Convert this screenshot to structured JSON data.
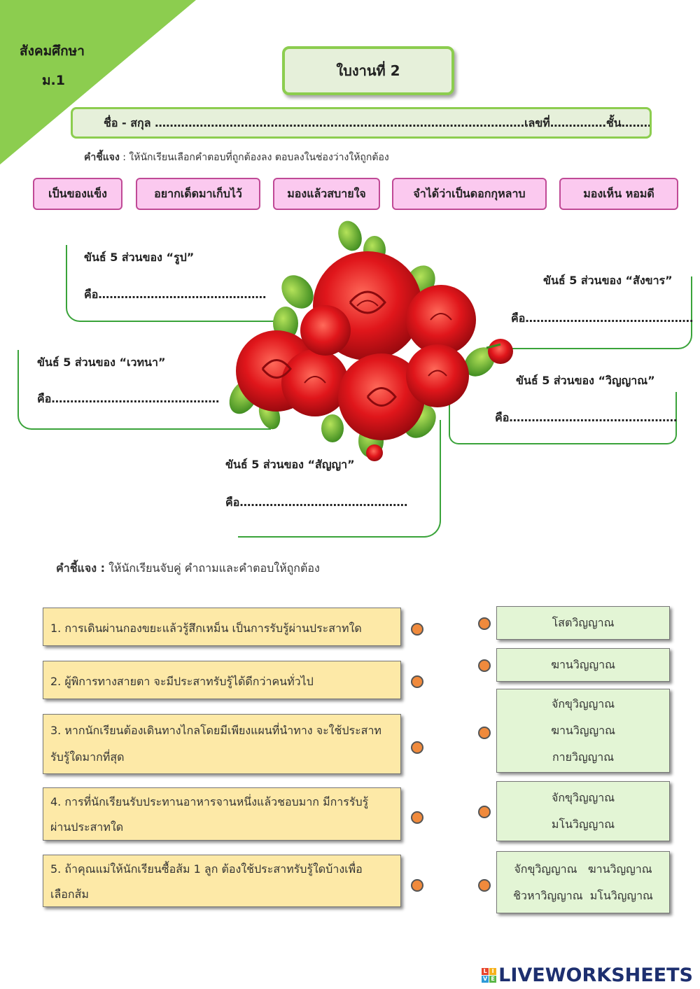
{
  "header": {
    "subject": "สังคมศึกษา",
    "grade": "ม.1",
    "title": "ใบงานที่ 2",
    "name_line": "ชื่อ - สกุล ………………………………………………………………………………………เลขที่……………ชั้น…………"
  },
  "part1": {
    "instruction_label": "คำชี้แจง",
    "instruction_text": ": ให้นักเรียนเลือกคำตอบที่ถูกต้องลง ตอบลงในช่องว่างให้ถูกต้อง",
    "choices": [
      "เป็นของแข็ง",
      "อยากเด็ดมาเก็บไว้",
      "มองแล้วสบายใจ",
      "จำได้ว่าเป็นดอกกุหลาบ",
      "มองเห็น หอมดี"
    ],
    "khandha": [
      {
        "title": "ขันธ์ 5 ส่วนของ “รูป”",
        "answer": "คือ………………………………………"
      },
      {
        "title": "ขันธ์ 5 ส่วนของ “สังขาร”",
        "answer": "คือ………………………………………"
      },
      {
        "title": "ขันธ์ 5 ส่วนของ “เวทนา”",
        "answer": "คือ………………………………………"
      },
      {
        "title": "ขันธ์ 5 ส่วนของ “วิญญาณ”",
        "answer": "คือ………………………………………"
      },
      {
        "title": "ขันธ์ 5 ส่วนของ “สัญญา”",
        "answer": "คือ………………………………………"
      }
    ]
  },
  "part2": {
    "instruction_label": "คำชี้แจง :",
    "instruction_text": "ให้นักเรียนจับคู่ คำถามและคำตอบให้ถูกต้อง",
    "questions": [
      [
        "1. การเดินผ่านกองขยะแล้วรู้สึกเหม็น เป็นการรับรู้ผ่านประสาทใด"
      ],
      [
        "2. ผู้พิการทางสายตา จะมีประสาทรับรู้ได้ดีกว่าคนทั่วไป"
      ],
      [
        "3. หากนักเรียนต้องเดินทางไกลโดยมีเพียงแผนที่นำทาง จะใช้ประสาท",
        "รับรู้ใดมากที่สุด"
      ],
      [
        "4. การที่นักเรียนรับประทานอาหารจานหนึ่งแล้วชอบมาก มีการรับรู้",
        "ผ่านประสาทใด"
      ],
      [
        "5. ถ้าคุณแม่ให้นักเรียนซื้อส้ม 1 ลูก ต้องใช้ประสาทรับรู้ใดบ้างเพื่อ",
        "เลือกส้ม"
      ]
    ],
    "answers": [
      [
        "โสตวิญญาณ"
      ],
      [
        "ฆานวิญญาณ"
      ],
      [
        "จักขุวิญญาณ",
        "ฆานวิญญาณ",
        "กายวิญญาณ"
      ],
      [
        "จักขุวิญญาณ",
        "มโนวิญญาณ"
      ],
      [
        "จักขุวิญญาณ   ฆานวิญญาณ",
        "ชิวหาวิญญาณ  มโนวิญญาณ"
      ]
    ]
  },
  "footer": {
    "logo_text": "LIVEWORKSHEETS",
    "logo_mark": [
      "L",
      "I",
      "V",
      "E"
    ]
  },
  "colors": {
    "corner_green": "#8ccd4f",
    "title_border": "#8ccd4f",
    "chip_border": "#c04a96",
    "chip_fill": "#fbc9ef",
    "frame_green": "#3aa33a",
    "question_fill": "#fde9a7",
    "answer_fill": "#e3f5d5",
    "dot_orange": "#f08a3c"
  }
}
